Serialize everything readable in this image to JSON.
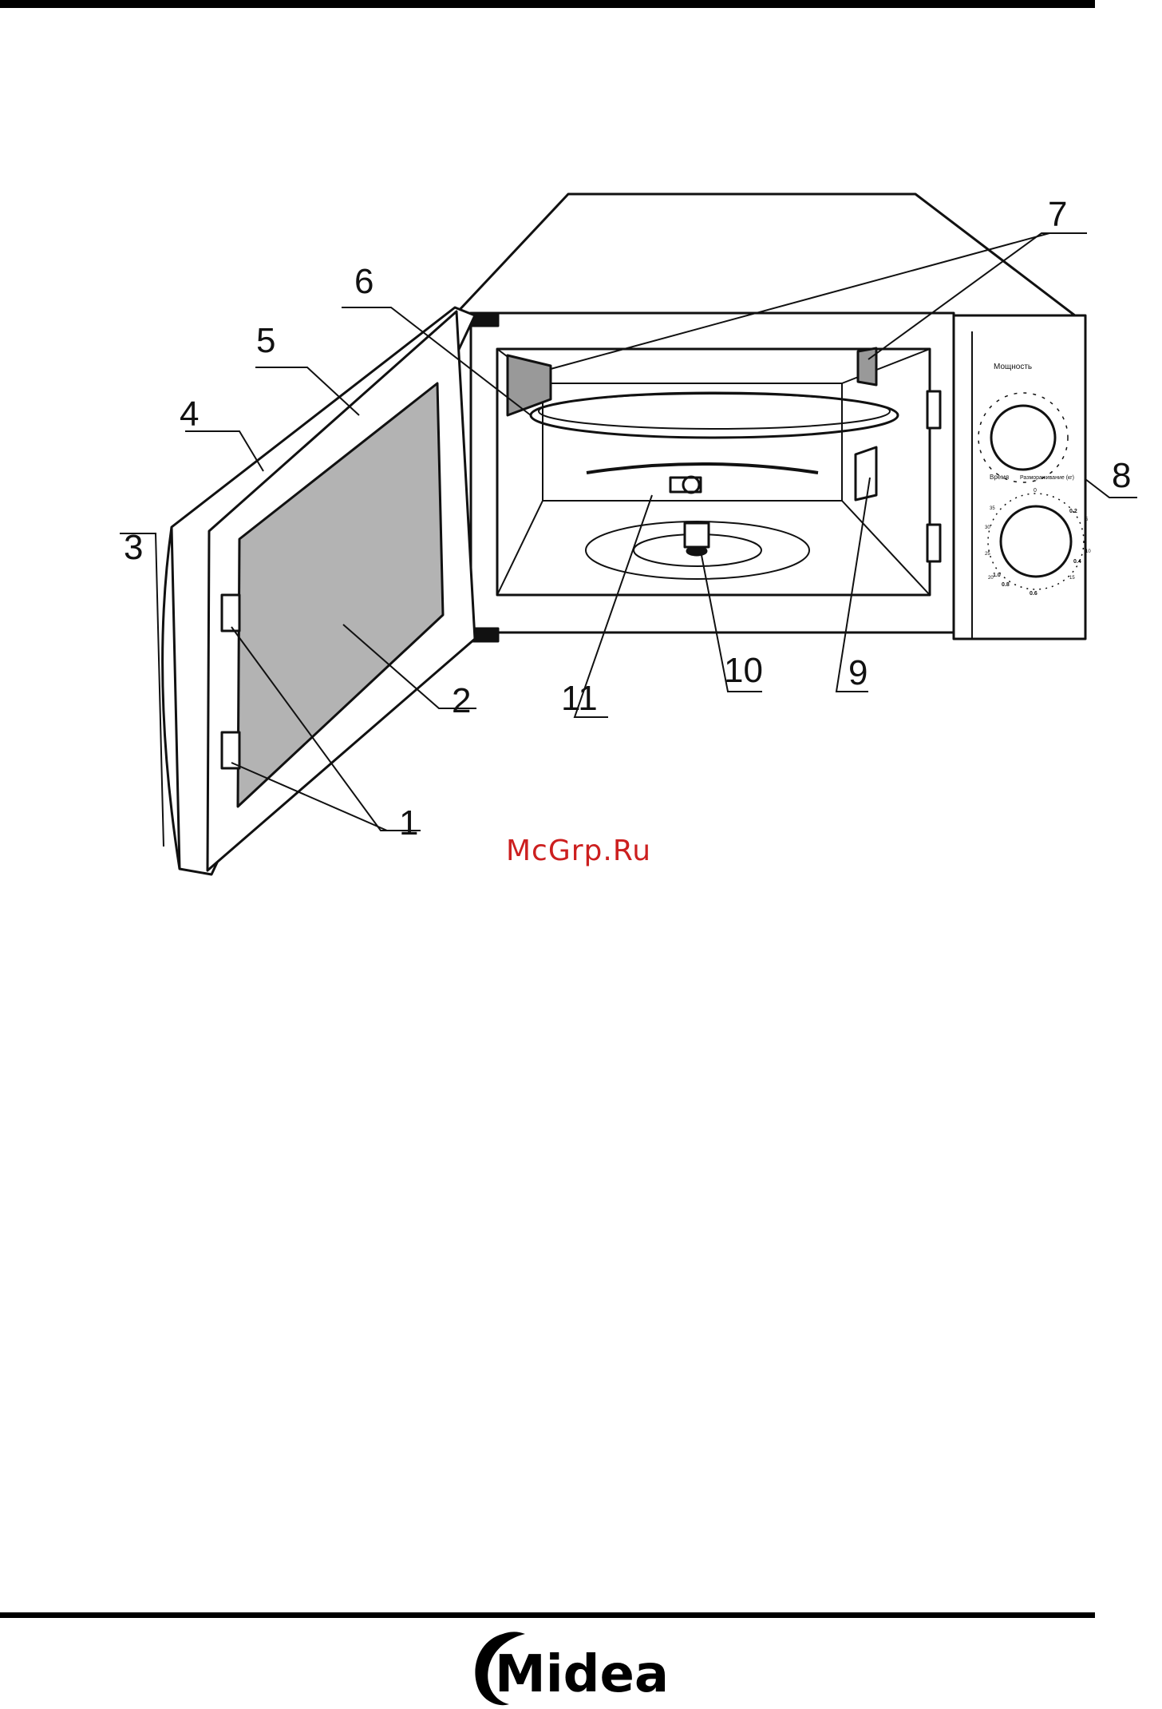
{
  "diagram": {
    "callouts": [
      "1",
      "2",
      "3",
      "4",
      "5",
      "6",
      "7",
      "8",
      "9",
      "10",
      "11"
    ],
    "control_panel": {
      "power_label": "Мощность",
      "time_label": "Время",
      "defrost_label": "Размораживание (кг)",
      "timer_ticks": [
        "0",
        "5",
        "10",
        "15",
        "20",
        "25",
        "30",
        "35"
      ],
      "defrost_ticks": [
        "0.2",
        "0.4",
        "0.6",
        "0.8",
        "1.0"
      ]
    }
  },
  "watermark": "McGrp.Ru",
  "footer": {
    "brand": "Midea"
  }
}
